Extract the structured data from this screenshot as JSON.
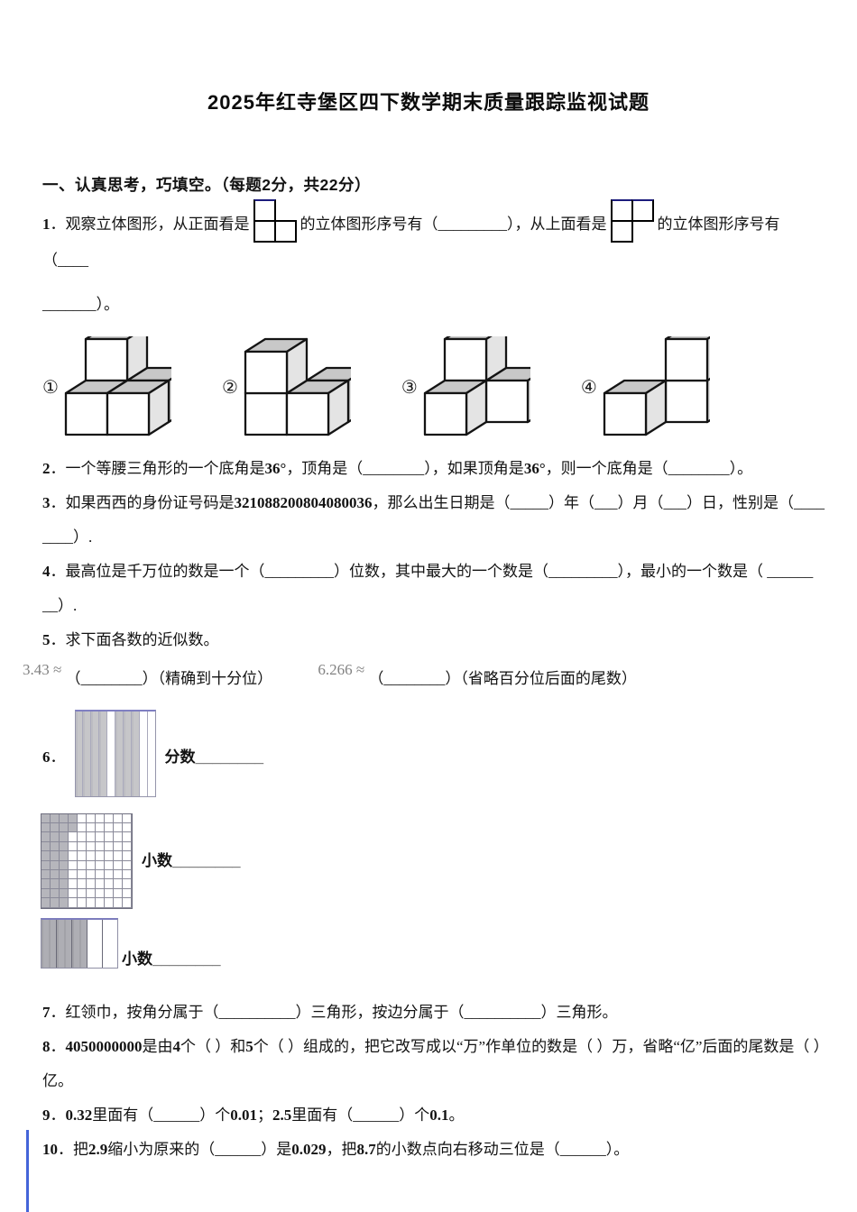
{
  "title": "2025年红寺堡区四下数学期末质量跟踪监视试题",
  "section1": {
    "heading": "一、认真思考，巧填空。（每题2分，共22分）"
  },
  "q1": {
    "part1": "1．观察立体图形，从正面看是",
    "part2": "的立体图形序号有（_________），从上面看是",
    "part3": "的立体图形序号有（____",
    "line2": "_______）。",
    "view_front": {
      "cells": [
        [
          0,
          0
        ],
        [
          1,
          0
        ],
        [
          1,
          1
        ]
      ]
    },
    "view_top": {
      "cells": [
        [
          0,
          0
        ],
        [
          0,
          1
        ],
        [
          1,
          0
        ]
      ]
    },
    "figures": [
      {
        "label": "①",
        "cubes": [
          [
            0,
            0,
            0
          ],
          [
            1,
            0,
            0
          ],
          [
            1,
            1,
            0
          ],
          [
            0,
            1,
            1
          ]
        ]
      },
      {
        "label": "②",
        "cubes": [
          [
            0,
            0,
            0
          ],
          [
            0,
            0,
            1
          ],
          [
            1,
            0,
            0
          ],
          [
            1,
            1,
            0
          ]
        ]
      },
      {
        "label": "③",
        "cubes": [
          [
            0,
            0,
            0
          ],
          [
            1,
            1,
            0
          ],
          [
            0,
            1,
            1
          ]
        ]
      },
      {
        "label": "④",
        "cubes": [
          [
            0,
            0,
            0
          ],
          [
            1,
            1,
            0
          ],
          [
            1,
            1,
            1
          ]
        ]
      }
    ]
  },
  "q2": "2．一个等腰三角形的一个底角是36°，顶角是（________），如果顶角是36°，则一个底角是（________）。",
  "q3": "3．如果西西的身份证号码是321088200804080036，那么出生日期是（_____）年（___）月（___）日，性别是（____ ____）.",
  "q4": "4．最高位是千万位的数是一个（_________）位数，其中最大的一个数是（_________），最小的一个数是（ ______ __）.",
  "q5": {
    "heading": "5．求下面各数的近似数。",
    "a_value": "3.43 ≈",
    "a_blank": "（________）（精确到十分位）",
    "b_value": "6.266 ≈",
    "b_blank": "（________）（省略百分位后面的尾数）"
  },
  "q6": {
    "label": "6．",
    "fraction_label": "分数________",
    "decimal_label1": "小数________",
    "decimal_label2": "小数________",
    "fraction_fig": {
      "cols": 10,
      "shaded": [
        0,
        1,
        2,
        3,
        5,
        6,
        7
      ],
      "w": 90,
      "h": 97,
      "shade_color": "#c6c6c9"
    },
    "decimal_fig": {
      "rows": 10,
      "cols": 10,
      "full_cols": 3,
      "extra": [
        [
          0,
          3
        ],
        [
          1,
          3
        ]
      ],
      "w": 102,
      "h": 106,
      "shade_color": "#b6b6bc"
    },
    "strip_fig": {
      "cols": 5,
      "shaded_count": 3,
      "w": 86,
      "h": 56,
      "shade_color": "#aeaeb4"
    }
  },
  "q7": "7．红领巾，按角分属于（__________）三角形，按边分属于（__________）三角形。",
  "q8": "8．4050000000是由4个（ ）和5个（ ）组成的，把它改写成以“万”作单位的数是（ ）万，省略“亿”后面的尾数是（ ）亿。",
  "q9": "9．0.32里面有（______）个0.01；2.5里面有（______）个0.1。",
  "q10": "10．把2.9缩小为原来的（______）是0.029，把8.7的小数点向右移动三位是（______）。",
  "colors": {
    "view_top_edge": "#1c1c7c",
    "cube_top_face": "#c8c8c8",
    "cube_side_face": "#e4e4e4",
    "text_cursor": "#4464d9"
  }
}
